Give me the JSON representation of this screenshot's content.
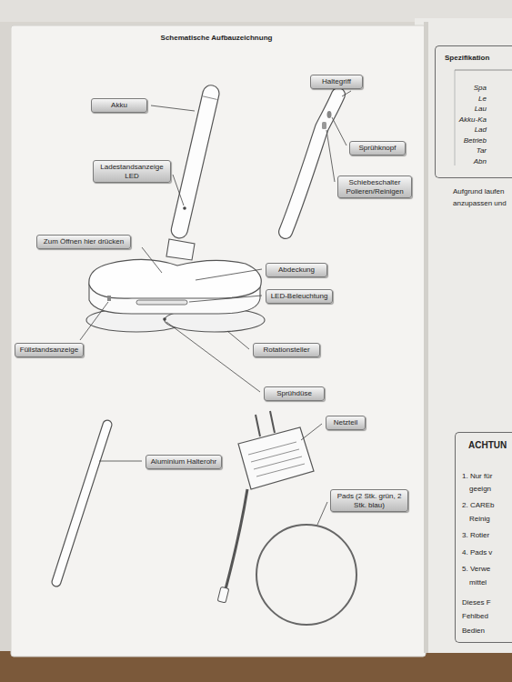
{
  "diagram": {
    "title": "Schematische Aufbauzeichnung",
    "nodes": [
      {
        "text": [
          "Haltegriff"
        ]
      },
      {
        "text": [
          "Akku"
        ]
      },
      {
        "text": [
          "Sprühknopf"
        ]
      },
      {
        "text": [
          "Ladestandsanzeige LED"
        ]
      },
      {
        "text": [
          "Schiebeschalter Polieren/Reinigen"
        ]
      },
      {
        "text": [
          "Zum Öffnen hier drücken"
        ]
      },
      {
        "text": [
          "Abdeckung"
        ]
      },
      {
        "text": [
          "LED-Beleuchtung"
        ]
      },
      {
        "text": [
          "Füllstandsanzeige"
        ]
      },
      {
        "text": [
          "Rotationsteller"
        ]
      },
      {
        "text": [
          "Sprühdüse"
        ]
      },
      {
        "text": [
          "Netzteil"
        ]
      },
      {
        "text": [
          "Aluminium Halterohr"
        ]
      },
      {
        "text": [
          "Pads (2 Stk. grün, 2 Stk. blau)"
        ]
      },
      {
        "text": [
          "Spezifikation",
          "Spa",
          "Le",
          "Lau",
          "Akku-Ka",
          "Lad",
          "Betrieb",
          "Tar",
          "Abn"
        ]
      },
      {
        "text": [
          "ACHTUN",
          "1. Nur für",
          "geeign",
          "2. CAREb",
          "Reinig",
          "3. Rotier",
          "4. Pads v",
          "5. Verwe",
          "mittel",
          "Dieses F",
          "Fehlbed",
          "Bedien"
        ]
      }
    ],
    "labels": [
      "Aufgrund laufen",
      "anzupassen und"
    ]
  }
}
